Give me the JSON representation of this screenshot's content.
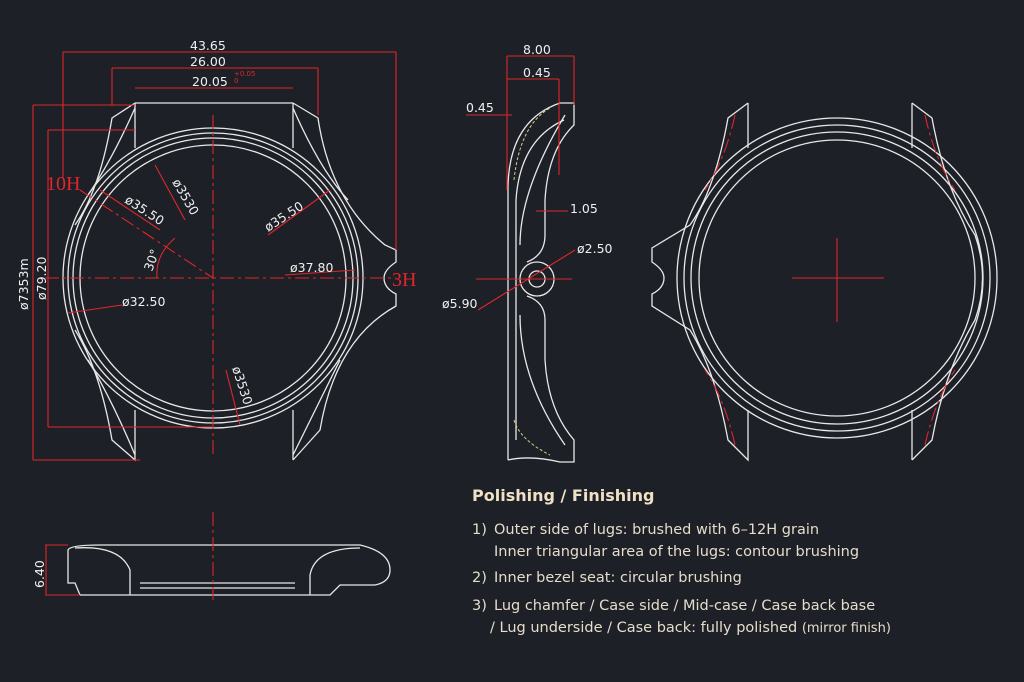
{
  "colors": {
    "background": "#1d2027",
    "outline": "#e8e8e8",
    "dimension": "#e0262a",
    "finish_marking": "#d8cf7a",
    "notes_text": "#e6dccb"
  },
  "front_view": {
    "dims": {
      "overall_width": "43.65",
      "lug_outer_width": "26.00",
      "lug_inner_width": "20.05",
      "tolerance": "+0.05\n0",
      "d_outer_left": "ø7353m",
      "d_height": "ø79.20",
      "d1": "ø35.50",
      "d2": "ø3530",
      "d3": "ø35.50",
      "d4": "ø37.80",
      "d5": "ø32.50",
      "d6": "ø3530",
      "angle": "30°"
    },
    "labels": {
      "ten": "10H",
      "three": "3H"
    }
  },
  "side_view": {
    "dims": {
      "total": "8.00",
      "top": "0.45",
      "left": "0.45",
      "wall": "1.05",
      "crown_inner": "ø2.50",
      "crown_outer": "ø5.90"
    }
  },
  "bottom_view": {
    "dims": {
      "height": "6.40"
    }
  },
  "notes": {
    "title": "Polishing / Finishing",
    "items": [
      {
        "num": "1)",
        "text": "Outer side of lugs: brushed with 6–12H grain",
        "cont": "Inner triangular area of the lugs: contour brushing"
      },
      {
        "num": "2)",
        "text": "Inner bezel seat: circular brushing"
      },
      {
        "num": "3)",
        "text": "Lug chamfer / Case side / Mid-case / Case back base",
        "cont": "/ Lug underside / Case back: fully polished",
        "cont_small": "(mirror finish)"
      }
    ]
  }
}
